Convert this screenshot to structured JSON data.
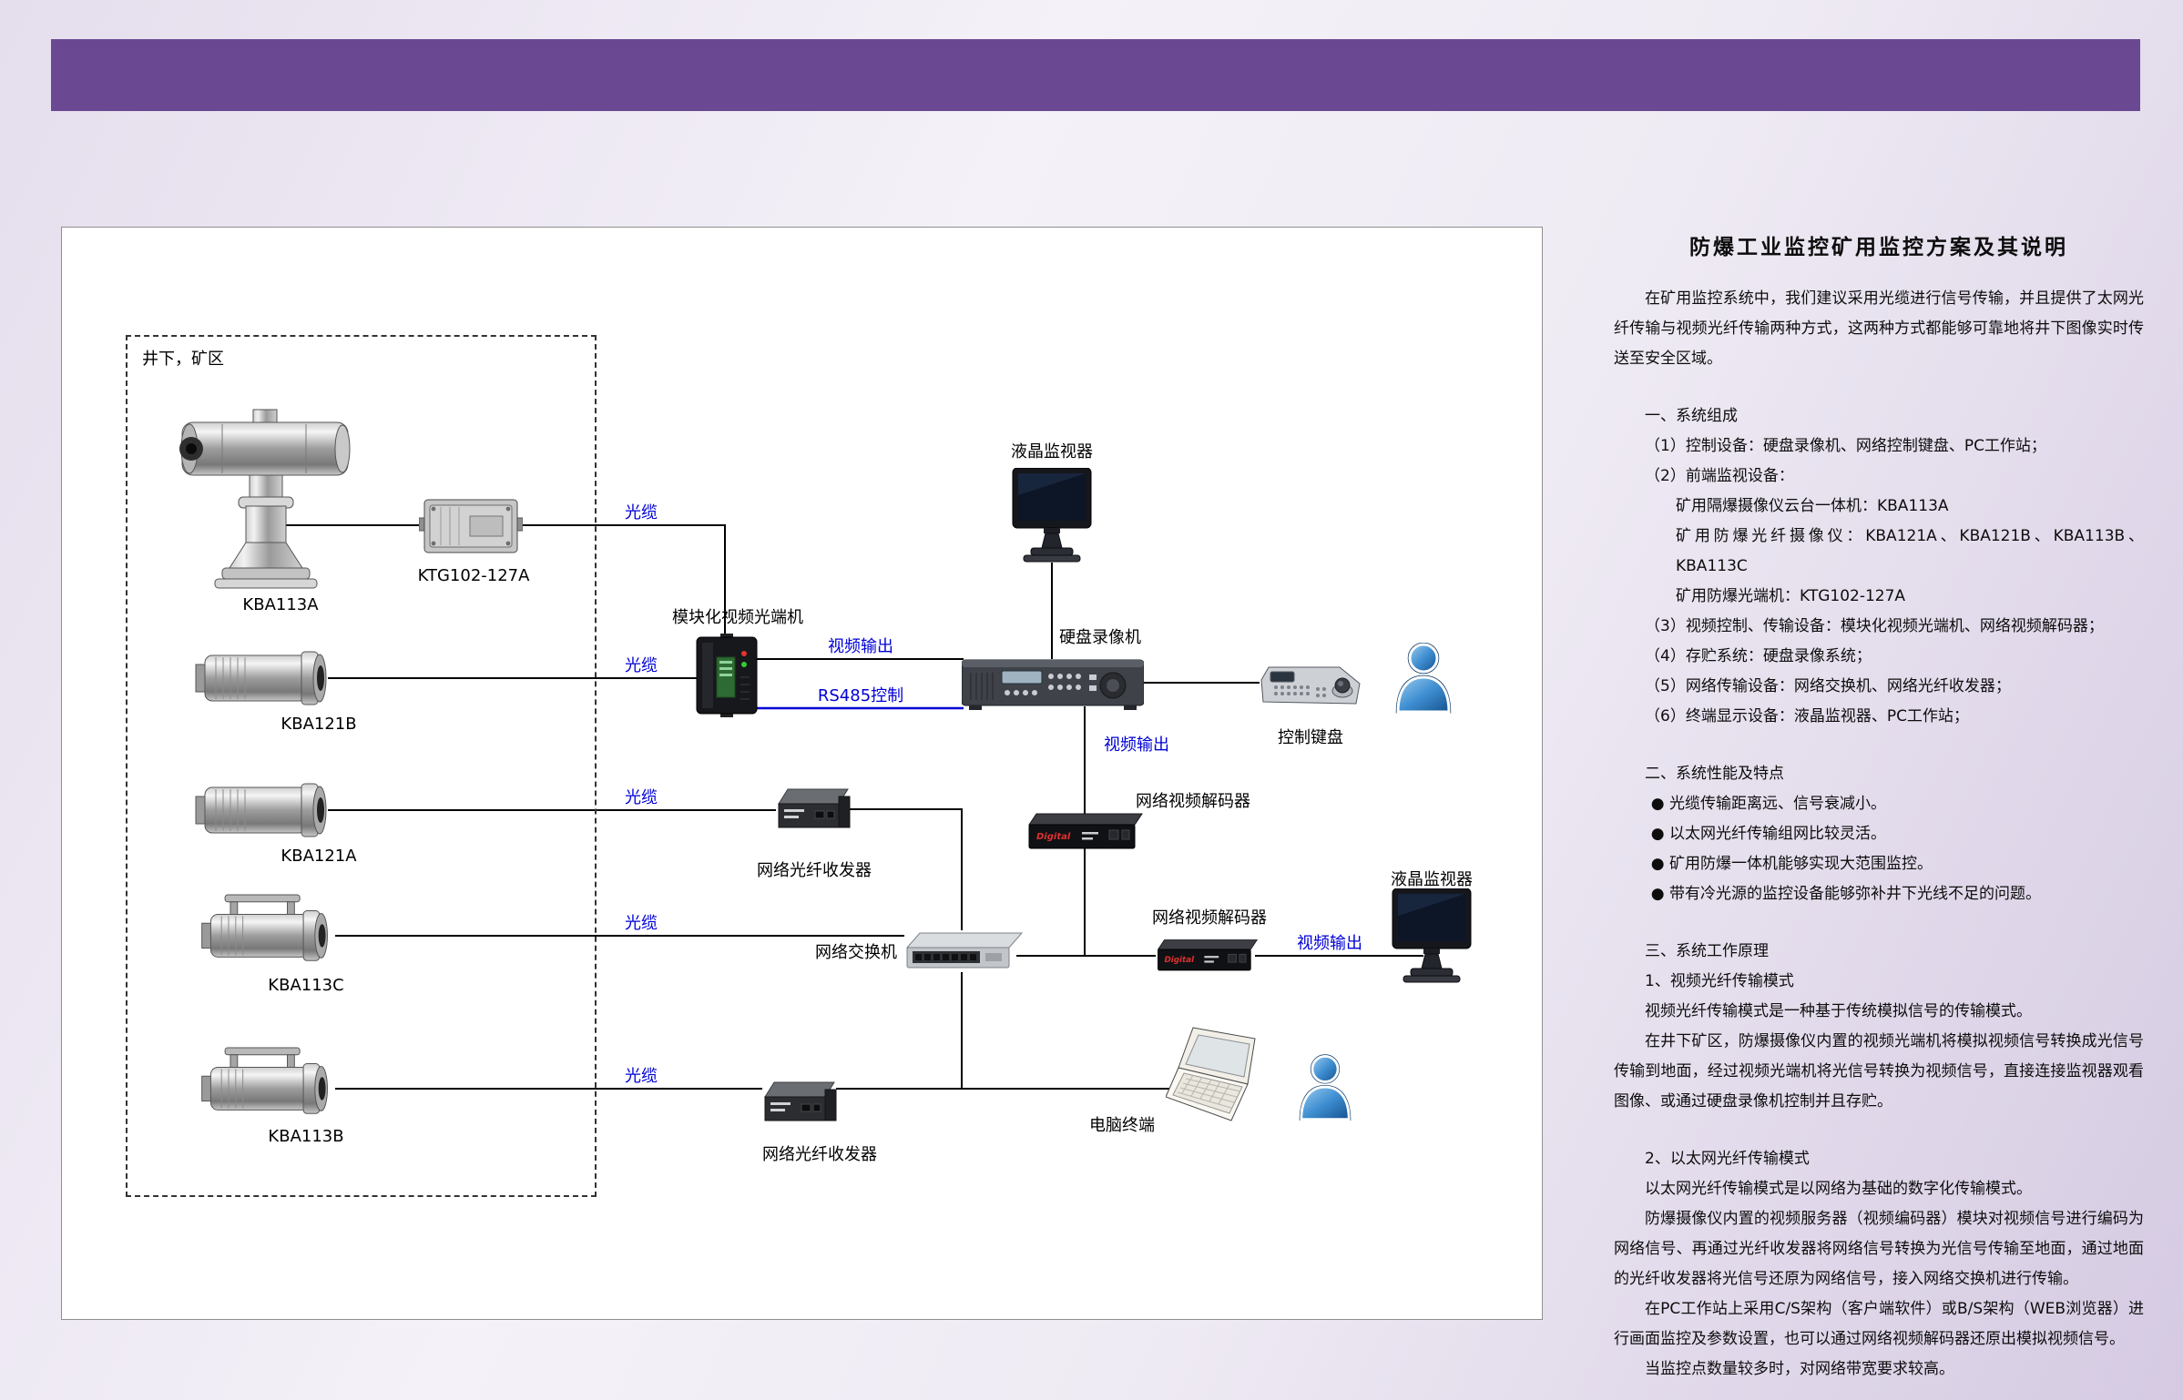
{
  "page": {
    "header_color": "#6a4892",
    "line_label_color": "#0000d6"
  },
  "diagram": {
    "zone_label": "井下，矿区",
    "decoder_brand": "Digital",
    "labels": {
      "kba113a": "KBA113A",
      "ktg": "KTG102-127A",
      "kba121b": "KBA121B",
      "kba121a": "KBA121A",
      "kba113c": "KBA113C",
      "kba113b": "KBA113B",
      "optical_terminal": "模块化视频光端机",
      "fiber_transceiver_1": "网络光纤收发器",
      "fiber_transceiver_2": "网络光纤收发器",
      "dvr": "硬盘录像机",
      "lcd_monitor_1": "液晶监视器",
      "lcd_monitor_2": "液晶监视器",
      "control_keyboard": "控制键盘",
      "video_decoder_1": "网络视频解码器",
      "video_decoder_2": "网络视频解码器",
      "network_switch": "网络交换机",
      "pc_terminal": "电脑终端"
    },
    "line_labels": {
      "fiber_1": "光缆",
      "fiber_2": "光缆",
      "fiber_3": "光缆",
      "fiber_4": "光缆",
      "fiber_5": "光缆",
      "video_out_1": "视频输出",
      "rs485": "RS485控制",
      "video_out_2": "视频输出",
      "video_out_3": "视频输出"
    }
  },
  "article": {
    "title": "防爆工业监控矿用监控方案及其说明",
    "paragraphs": [
      {
        "style": "intro",
        "text": "在矿用监控系统中，我们建议采用光缆进行信号传输，并且提供了太网光纤传输与视频光纤传输两种方式，这两种方式都能够可靠地将井下图像实时传送至安全区域。"
      },
      {
        "style": "h",
        "text": "一、系统组成"
      },
      {
        "style": "item",
        "text": "（1）控制设备：硬盘录像机、网络控制键盘、PC工作站；"
      },
      {
        "style": "item",
        "text": "（2）前端监视设备："
      },
      {
        "style": "sub",
        "text": "矿用隔爆摄像仪云台一体机：KBA113A"
      },
      {
        "style": "sub",
        "text": "矿用防爆光纤摄像仪：KBA121A、KBA121B、KBA113B、KBA113C"
      },
      {
        "style": "sub",
        "text": "矿用防爆光端机：KTG102-127A"
      },
      {
        "style": "item",
        "text": "（3）视频控制、传输设备：模块化视频光端机、网络视频解码器；"
      },
      {
        "style": "item",
        "text": "（4）存贮系统：硬盘录像系统；"
      },
      {
        "style": "item",
        "text": "（5）网络传输设备：网络交换机、网络光纤收发器；"
      },
      {
        "style": "item",
        "text": "（6）终端显示设备：液晶监视器、PC工作站；"
      },
      {
        "style": "h",
        "text": "二、系统性能及特点"
      },
      {
        "style": "bullet",
        "text": "● 光缆传输距离远、信号衰减小。"
      },
      {
        "style": "bullet",
        "text": "● 以太网光纤传输组网比较灵活。"
      },
      {
        "style": "bullet",
        "text": "● 矿用防爆一体机能够实现大范围监控。"
      },
      {
        "style": "bullet",
        "text": "● 带有冷光源的监控设备能够弥补井下光线不足的问题。"
      },
      {
        "style": "h",
        "text": "三、系统工作原理"
      },
      {
        "style": "sub2",
        "text": "1、视频光纤传输模式"
      },
      {
        "style": "body",
        "text": "视频光纤传输模式是一种基于传统模拟信号的传输模式。"
      },
      {
        "style": "body",
        "text": "在井下矿区，防爆摄像仪内置的视频光端机将模拟视频信号转换成光信号传输到地面，经过视频光端机将光信号转换为视频信号，直接连接监视器观看图像、或通过硬盘录像机控制并且存贮。"
      },
      {
        "style": "sub2gap",
        "text": "2、以太网光纤传输模式"
      },
      {
        "style": "body",
        "text": "以太网光纤传输模式是以网络为基础的数字化传输模式。"
      },
      {
        "style": "body",
        "text": "防爆摄像仪内置的视频服务器（视频编码器）模块对视频信号进行编码为网络信号、再通过光纤收发器将网络信号转换为光信号传输至地面，通过地面的光纤收发器将光信号还原为网络信号，接入网络交换机进行传输。"
      },
      {
        "style": "body",
        "text": "在PC工作站上采用C/S架构（客户端软件）或B/S架构（WEB浏览器）进行画面监控及参数设置，也可以通过网络视频解码器还原出模拟视频信号。"
      },
      {
        "style": "body",
        "text": "当监控点数量较多时，对网络带宽要求较高。"
      }
    ]
  }
}
